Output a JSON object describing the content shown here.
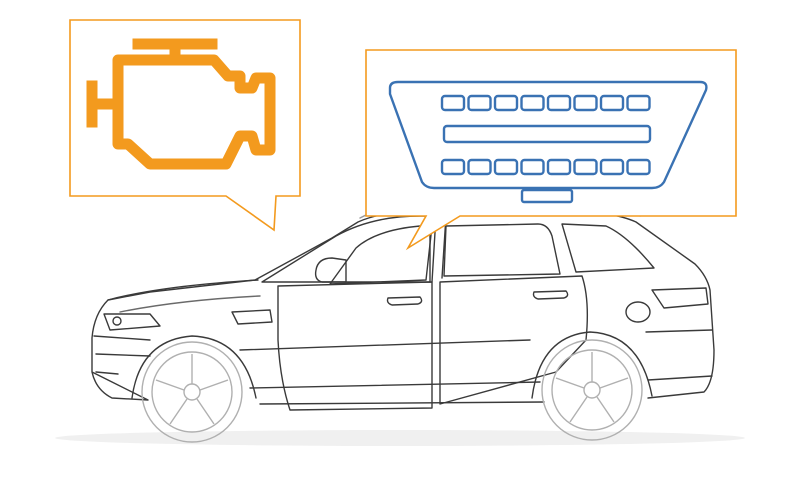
{
  "colors": {
    "background": "#ffffff",
    "engine_accent": "#f39a1e",
    "obd_accent": "#3a72b3",
    "car_outline": "#3a3a3a",
    "car_light_outline": "#b8b8b8",
    "shadow": "#eeeeee"
  },
  "callouts": [
    {
      "name": "check-engine-callout",
      "icon": "check-engine-icon"
    },
    {
      "name": "obd-port-callout",
      "icon": "obd2-connector-icon"
    }
  ],
  "illustration": {
    "subject": "suv-side-view",
    "obd_pin_rows": [
      8,
      1,
      8
    ]
  }
}
